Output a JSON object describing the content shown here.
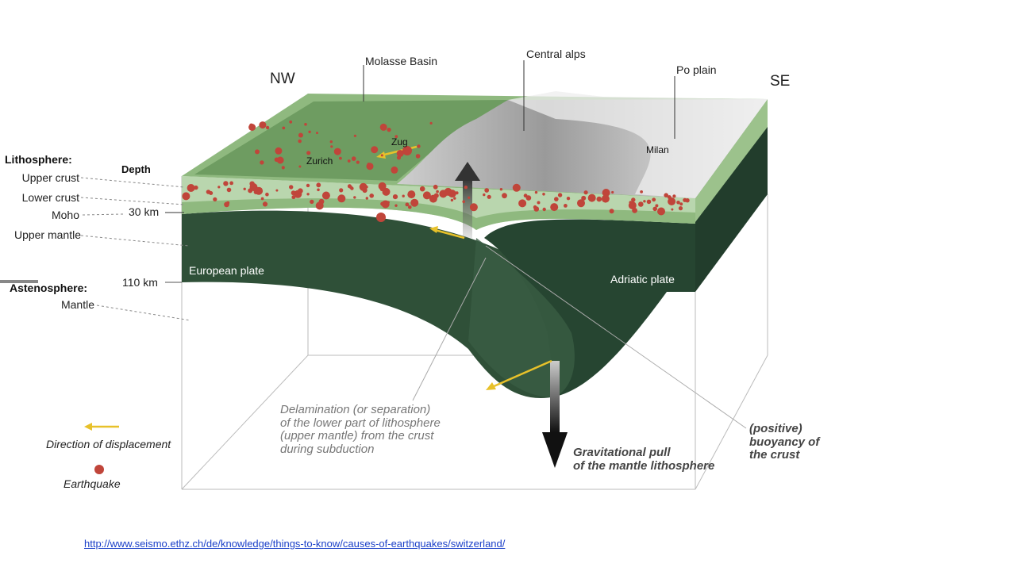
{
  "diagram": {
    "orientation": {
      "nw": "NW",
      "se": "SE"
    },
    "places": {
      "molasse": "Molasse Basin",
      "alps": "Central alps",
      "po": "Po plain",
      "zurich": "Zurich",
      "zug": "Zug",
      "milan": "Milan"
    },
    "depth_title": "Depth",
    "layers": {
      "lithosphere": "Lithosphere:",
      "upper_crust": "Upper crust",
      "lower_crust": "Lower crust",
      "moho": "Moho",
      "upper_mantle": "Upper mantle",
      "astenosphere": "Astenosphere:",
      "mantle": "Mantle"
    },
    "depths": {
      "d30": "30 km",
      "d110": "110 km"
    },
    "plates": {
      "european": "European plate",
      "adriatic": "Adriatic plate"
    },
    "annotations": {
      "delamination": [
        "Delamination (or separation)",
        "of the lower part of lithosphere",
        "(upper mantle) from the crust",
        "during subduction"
      ],
      "gravity": [
        "Gravitational pull",
        "of the mantle lithosphere"
      ],
      "buoyancy": [
        "(positive)",
        "buoyancy of",
        "the crust"
      ]
    },
    "legend": {
      "displacement": "Direction of displacement",
      "earthquake": "Earthquake"
    },
    "colors": {
      "crust_light": "#b9d6ae",
      "crust_mid": "#8fb97f",
      "mantle": "#2b4a36",
      "quake": "#c0453a",
      "arrow": "#e8c12a"
    }
  },
  "source_link": "http://www.seismo.ethz.ch/de/knowledge/things-to-know/causes-of-earthquakes/switzerland/"
}
